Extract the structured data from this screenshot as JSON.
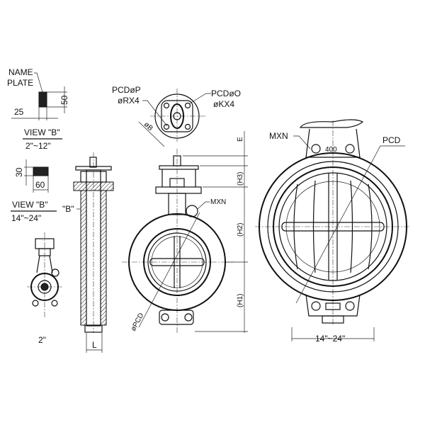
{
  "nameplate": {
    "label_line1": "NAME",
    "label_line2": "PLATE",
    "dim_width": "25",
    "dim_height": "50"
  },
  "view_b_small": {
    "title": "VIEW  \"B\"",
    "range": "2\"~12\"",
    "dim_height": "30",
    "dim_width": "60"
  },
  "view_b_large": {
    "title": "VIEW  \"B\"",
    "range": "14\"~24\""
  },
  "small_valve": {
    "size_label": "2\""
  },
  "side_view": {
    "view_marker": "\"B\"",
    "dim_length": "L"
  },
  "top_view": {
    "pcd_p": "PCDøP",
    "hole_r": "øRX4",
    "pcd_o": "PCDøO",
    "hole_k": "øKX4",
    "dim_b": "øB"
  },
  "front_view": {
    "dim_e": "E",
    "dim_h3": "(H3)",
    "dim_h2": "(H2)",
    "dim_h1": "(H1)",
    "mxn": "MXN",
    "pcd": "øPCD"
  },
  "large_valve": {
    "mxn": "MXN",
    "pcd": "PCD",
    "plate_text": "400",
    "size_label": "14\"~24\""
  }
}
